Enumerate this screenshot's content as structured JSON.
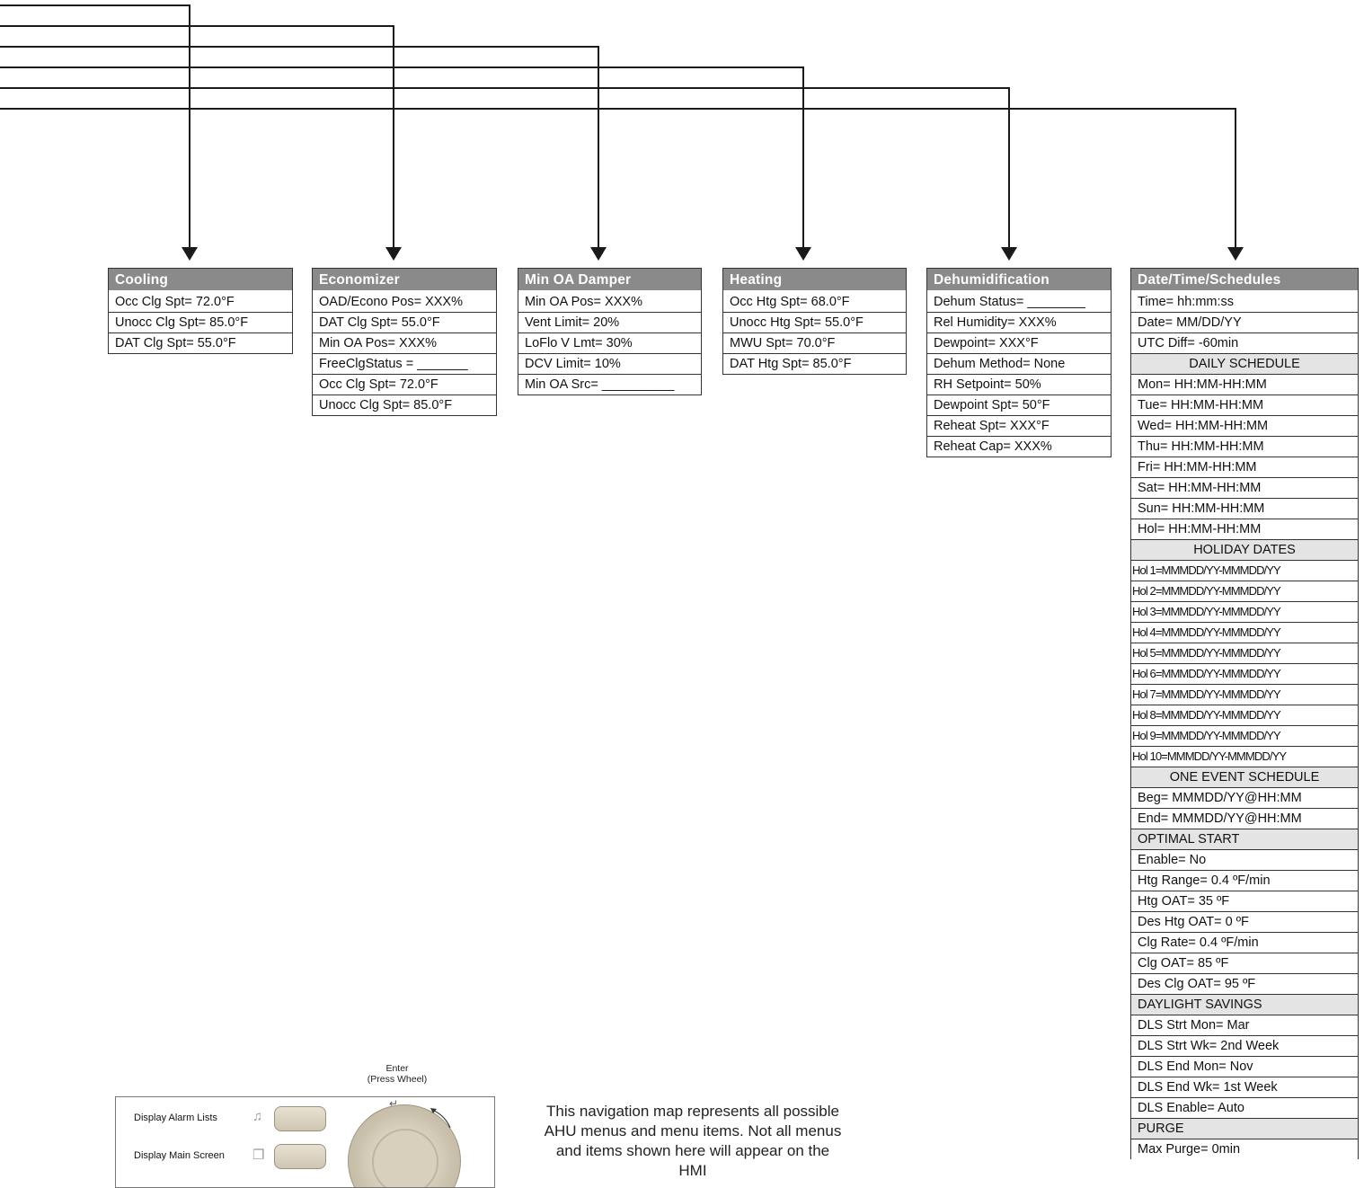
{
  "menus": [
    {
      "title": "Cooling",
      "items": [
        "Occ Clg Spt= 72.0°F",
        "Unocc Clg Spt= 85.0°F",
        "DAT Clg Spt= 55.0°F"
      ]
    },
    {
      "title": "Economizer",
      "items": [
        "OAD/Econo Pos= XXX%",
        "DAT Clg Spt= 55.0°F",
        "Min OA Pos= XXX%",
        "FreeClgStatus = _______",
        "Occ Clg Spt= 72.0°F",
        "Unocc Clg Spt= 85.0°F"
      ]
    },
    {
      "title": "Min OA Damper",
      "items": [
        "Min OA Pos= XXX%",
        "Vent Limit= 20%",
        "LoFlo V Lmt= 30%",
        "DCV Limit= 10%",
        "Min OA Src= __________"
      ]
    },
    {
      "title": "Heating",
      "items": [
        "Occ Htg Spt= 68.0°F",
        "Unocc Htg Spt= 55.0°F",
        "MWU Spt= 70.0°F",
        "DAT Htg Spt= 85.0°F"
      ]
    },
    {
      "title": "Dehumidification",
      "items": [
        "Dehum Status= ________",
        "Rel Humidity= XXX%",
        "Dewpoint= XXX°F",
        "Dehum Method= None",
        "RH Setpoint= 50%",
        "Dewpoint Spt= 50°F",
        "Reheat Spt= XXX°F",
        "Reheat Cap= XXX%"
      ]
    },
    {
      "title": "Date/Time/Schedules",
      "items": [
        "Time= hh:mm:ss",
        "Date= MM/DD/YY",
        "UTC Diff= -60min",
        "DAILY SCHEDULE",
        "Mon= HH:MM-HH:MM",
        "Tue= HH:MM-HH:MM",
        "Wed= HH:MM-HH:MM",
        "Thu= HH:MM-HH:MM",
        "Fri= HH:MM-HH:MM",
        "Sat= HH:MM-HH:MM",
        "Sun= HH:MM-HH:MM",
        "Hol= HH:MM-HH:MM",
        "HOLIDAY DATES",
        "Hol 1=MMMDD/YY-MMMDD/YY",
        "Hol 2=MMMDD/YY-MMMDD/YY",
        "Hol 3=MMMDD/YY-MMMDD/YY",
        "Hol 4=MMMDD/YY-MMMDD/YY",
        "Hol 5=MMMDD/YY-MMMDD/YY",
        "Hol 6=MMMDD/YY-MMMDD/YY",
        "Hol 7=MMMDD/YY-MMMDD/YY",
        "Hol 8=MMMDD/YY-MMMDD/YY",
        "Hol 9=MMMDD/YY-MMMDD/YY",
        "Hol 10=MMMDD/YY-MMMDD/YY",
        "ONE EVENT SCHEDULE",
        "Beg= MMMDD/YY@HH:MM",
        "End= MMMDD/YY@HH:MM",
        "OPTIMAL START",
        "Enable= No",
        "Htg Range= 0.4 ºF/min",
        "Htg OAT= 35 ºF",
        "Des Htg OAT= 0 ºF",
        "Clg Rate= 0.4 ºF/min",
        "Clg OAT= 85 ºF",
        "Des Clg OAT= 95 ºF",
        "DAYLIGHT SAVINGS",
        "DLS Strt Mon= Mar",
        "DLS Strt Wk= 2nd Week",
        "DLS End Mon= Nov",
        "DLS End Wk= 1st Week",
        "DLS Enable= Auto",
        "PURGE",
        "Max Purge= 0min"
      ]
    }
  ],
  "hmi": {
    "enter_label": "Enter",
    "enter_sublabel": "(Press Wheel)",
    "buttons": [
      "Display Alarm Lists",
      "Display Main Screen"
    ]
  },
  "note": "This navigation map represents all possible AHU menus and menu items.  Not all menus and items shown here will appear on the HMI"
}
